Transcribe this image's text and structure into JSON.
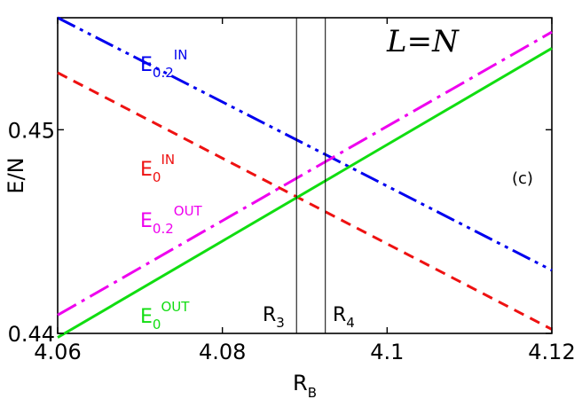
{
  "chart_data": {
    "type": "line",
    "title": "L=N",
    "panel_label": "(c)",
    "xlabel": "R",
    "xlabel_sub": "B",
    "ylabel": "E/N",
    "xlim": [
      4.06,
      4.12
    ],
    "ylim": [
      0.44,
      0.4555
    ],
    "xticks": [
      4.06,
      4.08,
      4.1,
      4.12
    ],
    "xtick_labels": [
      "4.06",
      "4.08",
      "4.1",
      "4.12"
    ],
    "yticks": [
      0.44,
      0.45
    ],
    "ytick_labels": [
      "0.44",
      "0.45"
    ],
    "grid": false,
    "series": [
      {
        "name": "E",
        "sub": "0.2",
        "sup": "IN",
        "color": "#0000ee",
        "dash": "dashdotdot",
        "x": [
          4.06,
          4.12
        ],
        "y": [
          0.4555,
          0.4431
        ]
      },
      {
        "name": "E",
        "sub": "0",
        "sup": "IN",
        "color": "#ee1111",
        "dash": "dashed",
        "x": [
          4.06,
          4.12
        ],
        "y": [
          0.4528,
          0.4402
        ]
      },
      {
        "name": "E",
        "sub": "0.2",
        "sup": "OUT",
        "color": "#ee00ee",
        "dash": "dashdot",
        "x": [
          4.06,
          4.12
        ],
        "y": [
          0.4409,
          0.4548
        ]
      },
      {
        "name": "E",
        "sub": "0",
        "sup": "OUT",
        "color": "#11dd11",
        "dash": "solid",
        "x": [
          4.06,
          4.12
        ],
        "y": [
          0.4398,
          0.454
        ]
      }
    ],
    "vlines": [
      {
        "label": "R",
        "sub": "3",
        "x": 4.089
      },
      {
        "label": "R",
        "sub": "4",
        "x": 4.0925
      }
    ]
  }
}
